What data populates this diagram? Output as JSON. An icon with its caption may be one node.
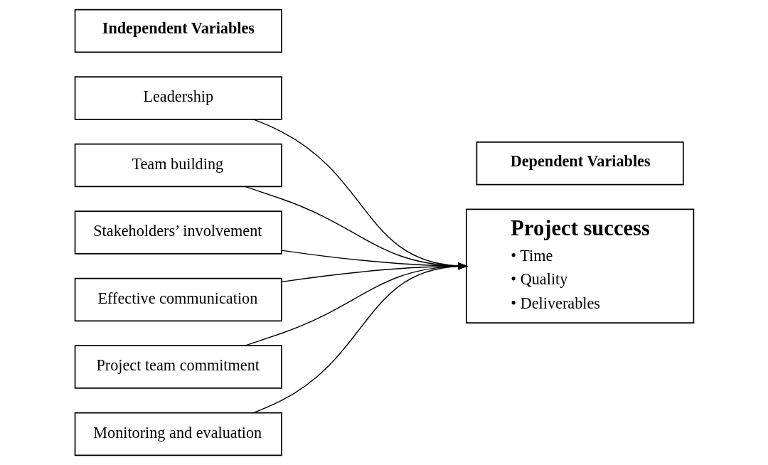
{
  "diagram": {
    "nodes": [
      {
        "text": [
          "Independent Variables"
        ]
      },
      {
        "text": [
          "Dependent Variables"
        ]
      },
      {
        "text": [
          "Leadership"
        ]
      },
      {
        "text": [
          "Team building"
        ]
      },
      {
        "text": [
          "Stakeholders’ involvement"
        ]
      },
      {
        "text": [
          "Effective communication"
        ]
      },
      {
        "text": [
          "Project team commitment"
        ]
      },
      {
        "text": [
          "Monitoring and evaluation"
        ]
      },
      {
        "text": [
          "Project success",
          "• Time",
          "• Quality",
          "• Deliverables"
        ]
      }
    ],
    "edges": [
      {
        "from": 2,
        "to": 8,
        "arrow": "to"
      },
      {
        "from": 3,
        "to": 8,
        "arrow": "to"
      },
      {
        "from": 4,
        "to": 8,
        "arrow": "to"
      },
      {
        "from": 5,
        "to": 8,
        "arrow": "to"
      },
      {
        "from": 6,
        "to": 8,
        "arrow": "to"
      },
      {
        "from": 7,
        "to": 8,
        "arrow": "to"
      }
    ]
  }
}
